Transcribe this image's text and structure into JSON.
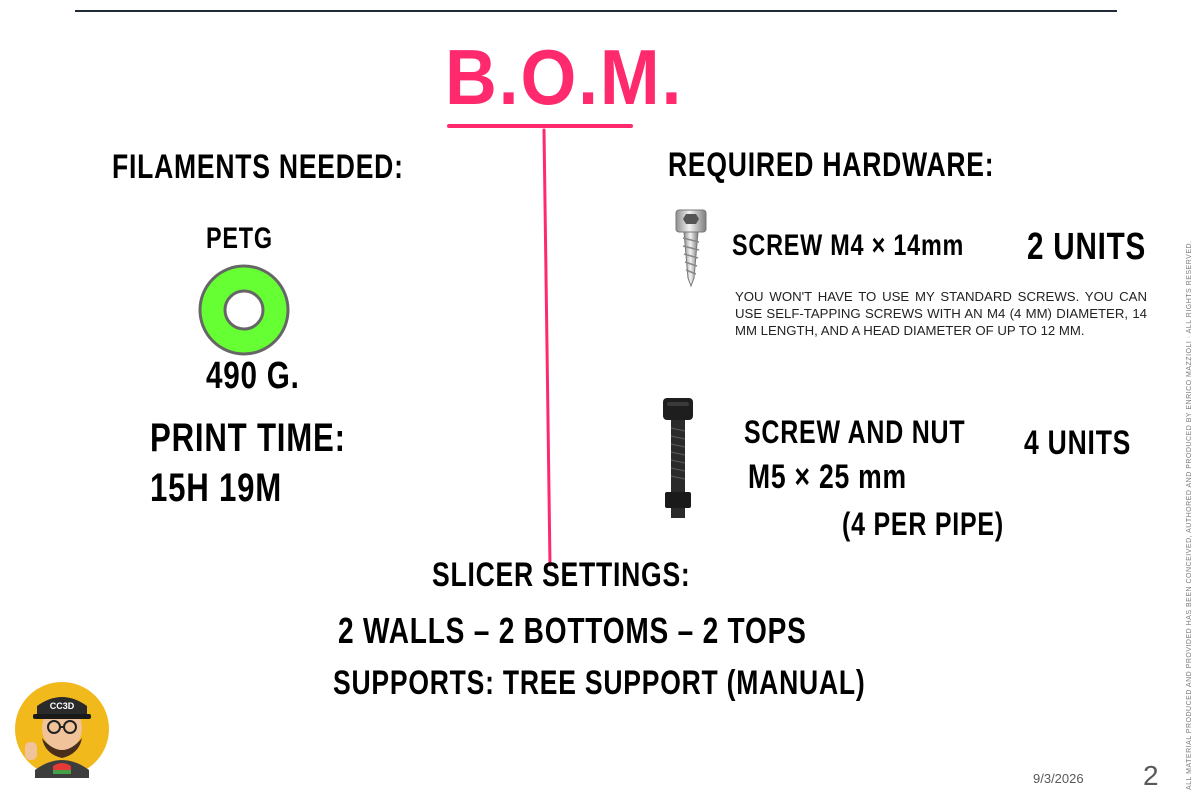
{
  "title": "B.O.M.",
  "filaments": {
    "heading": "FILAMENTS NEEDED:",
    "material": "PETG",
    "material_color": "#66ff33",
    "weight": "490 G.",
    "print_time_label": "PRINT TIME:",
    "print_time_value": "15H 19M"
  },
  "hardware": {
    "heading": "REQUIRED HARDWARE:",
    "items": [
      {
        "label": "SCREW M4 × 14mm",
        "qty": "2 UNITS",
        "icon": "socket-screw-icon",
        "note": "You won't have to use my standard screws. You can use self-tapping screws with an M4 (4 mm) diameter, 14 mm length, and a head diameter of up to 12 mm."
      },
      {
        "label_line1": "SCREW AND NUT",
        "label_line2": "M5 × 25 mm",
        "label_line3": "(4 PER PIPE)",
        "qty": "4 UNITS",
        "icon": "bolt-and-nut-icon"
      }
    ]
  },
  "slicer": {
    "heading": "SLICER SETTINGS:",
    "line1": "2 WALLS – 2 BOTTOMS – 2 TOPS",
    "line2": "SUPPORTS: TREE SUPPORT (MANUAL)"
  },
  "footer": {
    "date": "9/3/2026",
    "page_number": "2",
    "copyright": "ALL MATERIAL PRODUCED AND PROVIDED HAS BEEN CONCEIVED, AUTHORED AND PRODUCED BY ENRICO MAZZIOLI · ALL RIGHTS RESERVED.",
    "logo_text": "CC3D"
  },
  "colors": {
    "accent": "#ff2a6d",
    "rule": "#1f2a36"
  }
}
